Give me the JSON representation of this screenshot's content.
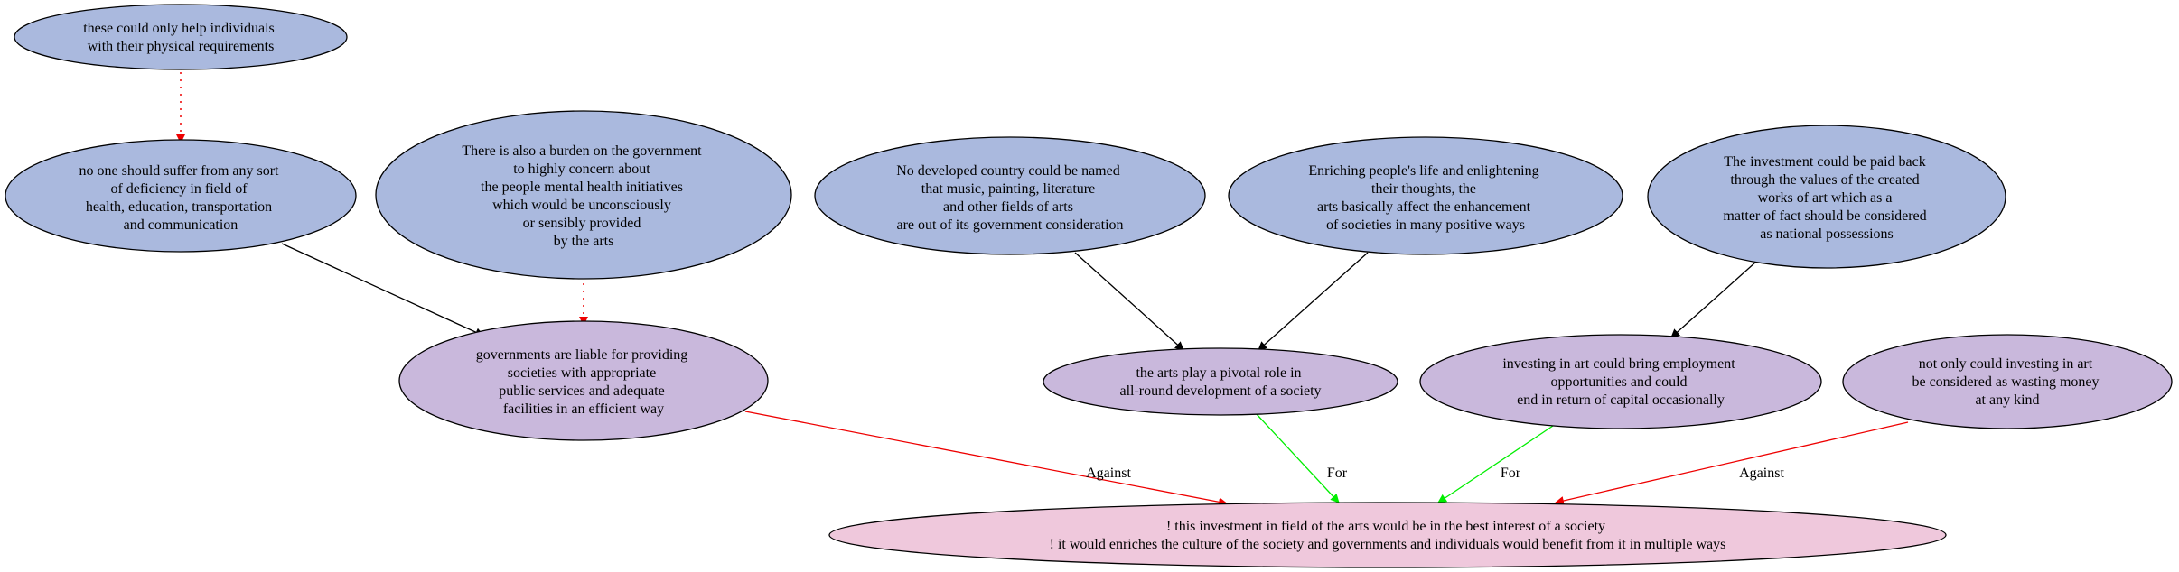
{
  "colors": {
    "premise_fill": "#aab9de",
    "claim_fill": "#c9b8dc",
    "conclusion_fill": "#efc8dc",
    "stroke": "#000000",
    "support_edge": "#000000",
    "rebut_edge": "#ff0000",
    "for_edge": "#00ee00",
    "against_edge": "#ee0000"
  },
  "nodes": {
    "physical": [
      "these could only help individuals",
      "with their physical requirements"
    ],
    "suffer": [
      "no one should suffer from any sort",
      "of deficiency in field of",
      "health, education, transportation",
      "and communication"
    ],
    "burden": [
      "There is also a burden on the government",
      "to highly concern about",
      "the people mental health initiatives",
      "which would be unconsciously",
      "or sensibly provided",
      "by the arts"
    ],
    "developed": [
      "No developed country could be named",
      "that music, painting, literature",
      "and other fields of arts",
      "are out of its government consideration"
    ],
    "enriching": [
      "Enriching people's life and enlightening",
      "their thoughts, the",
      "arts basically affect the enhancement",
      "of societies in many positive ways"
    ],
    "payback": [
      "The investment could be paid back",
      "through the values of the created",
      "works of art which as a",
      "matter of fact should be considered",
      "as national possessions"
    ],
    "liable": [
      "governments are liable for providing",
      "societies with appropriate",
      "public services and adequate",
      "facilities in an efficient way"
    ],
    "pivotal": [
      "the arts play a pivotal role in",
      "all-round development of a society"
    ],
    "employment": [
      "investing in art could bring employment",
      "opportunities and could",
      "end in return of capital occasionally"
    ],
    "wasting": [
      "not only could investing in art",
      "be considered as wasting money",
      "at any kind"
    ],
    "conclusion": [
      "! this investment in field of the arts would be in the best interest of a society",
      "! it would enriches the culture of the society and governments and individuals would benefit from it in multiple ways"
    ]
  },
  "edge_labels": {
    "liable_against": "Against",
    "pivotal_for": "For",
    "employment_for": "For",
    "wasting_against": "Against"
  }
}
